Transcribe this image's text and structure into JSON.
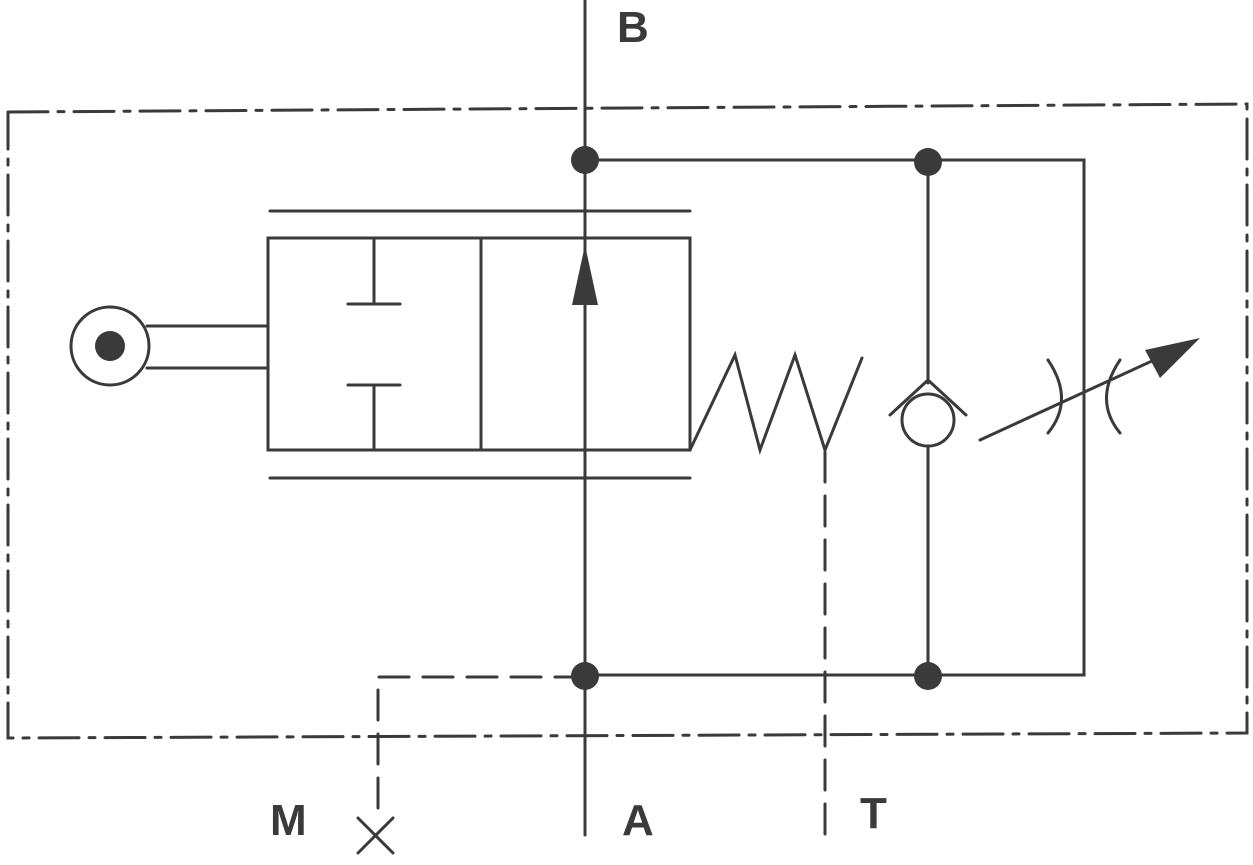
{
  "ports": {
    "b": "B",
    "a": "A",
    "t": "T",
    "m": "M"
  },
  "colors": {
    "line": "#3a3a3a",
    "background": "#ffffff"
  }
}
